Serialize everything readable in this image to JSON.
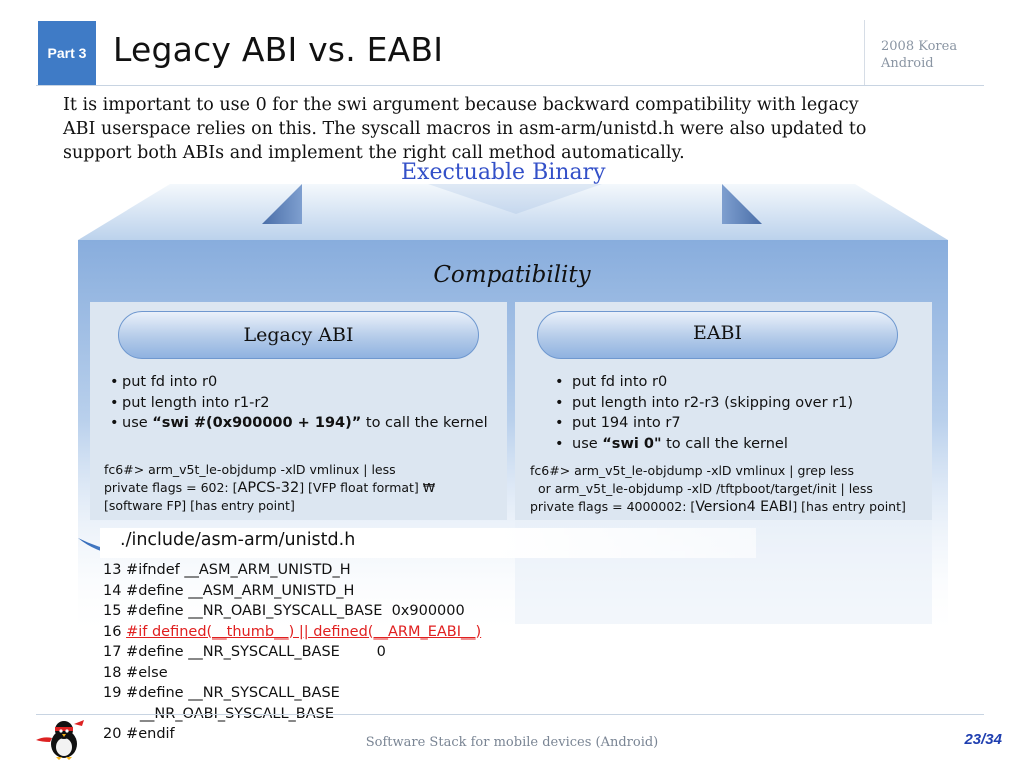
{
  "header": {
    "part_label": "Part 3",
    "title": "Legacy ABI vs. EABI",
    "conference_line1": "2008 Korea",
    "conference_line2": "Android"
  },
  "intro": {
    "line1": "It is important to use 0 for the swi argument because backward compatibility with legacy",
    "line2": "ABI userspace relies on this. The syscall macros in asm-arm/unistd.h were also updated to",
    "line3": "support both ABIs and implement the right call method automatically."
  },
  "diagram": {
    "top_label": "Exectuable Binary",
    "middle_label": "Compatibility",
    "colors": {
      "frame": "#9dbde3",
      "panel": "#dce6f1",
      "pill_border": "#6f98cf",
      "triangle": "#5a7fb8"
    }
  },
  "legacy": {
    "title": "Legacy ABI",
    "b1": "put fd into r0",
    "b2": "put length into r1-r2",
    "b3_pre": "use ",
    "b3_bold": "“swi #(0x900000 + 194)”",
    "b3_post": " to call the kernel",
    "cmd1": "fc6#> arm_v5t_le-objdump -xlD vmlinux | less",
    "cmd2_pre": "private flags = 602: [",
    "cmd2_mid": "APCS-32",
    "cmd2_post": "] [VFP float format] ₩",
    "cmd3": "[software FP] [has entry point]"
  },
  "eabi": {
    "title": "EABI",
    "b1": "put fd into r0",
    "b2": "put length into r2-r3 (skipping over r1)",
    "b3": "put 194 into r7",
    "b4_pre": "use ",
    "b4_bold": "“swi 0\"",
    "b4_post": " to call the kernel",
    "cmd1": "fc6#> arm_v5t_le-objdump -xlD vmlinux | grep less",
    "cmd2": "  or arm_v5t_le-objdump -xlD /tftpboot/target/init | less",
    "cmd3_pre": "private flags = 4000002: [",
    "cmd3_mid": "Version4 EABI",
    "cmd3_post": "] [has entry point]"
  },
  "source": {
    "file": "./include/asm-arm/unistd.h",
    "l13": "13 #ifndef __ASM_ARM_UNISTD_H",
    "l14": "14 #define __ASM_ARM_UNISTD_H",
    "l15": "15 #define __NR_OABI_SYSCALL_BASE  0x900000",
    "l16_num": "16 ",
    "l16_code": "#if defined(__thumb__) || defined(__ARM_EABI__)",
    "l17": "17 #define __NR_SYSCALL_BASE        0",
    "l18": "18 #else",
    "l19": "19 #define __NR_SYSCALL_BASE",
    "l19b": "        __NR_OABI_SYSCALL_BASE",
    "l20": "20 #endif"
  },
  "footer": {
    "title": "Software Stack for mobile devices (Android)",
    "page": "23/34",
    "mascot_icon": "penguin-ninja-mascot"
  }
}
